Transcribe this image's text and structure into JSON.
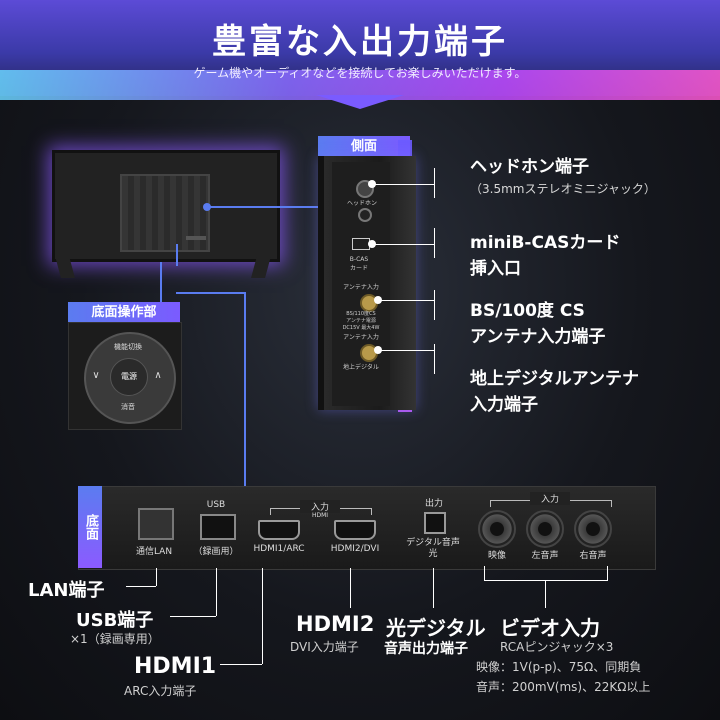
{
  "header": {
    "title": "豊富な入出力端子",
    "subtitle": "ゲーム機やオーディオなどを接続してお楽しみいただけます。"
  },
  "side": {
    "tag": "側面",
    "panel_labels": {
      "headphone": "ヘッドホン",
      "bcas": "B-CAS\nカード",
      "antenna1": "アンテナ入力",
      "bs_note": "BS/110度CS\nアンテナ電源\nDC15V 最大4W",
      "antenna2": "アンテナ入力",
      "terrestrial": "地上デジタル"
    },
    "callouts": [
      {
        "main": "ヘッドホン端子",
        "sub": "（3.5mmステレオミニジャック）"
      },
      {
        "main": "miniB-CASカード",
        "main2": "挿入口"
      },
      {
        "main": "BS/100度 CS",
        "main2": "アンテナ入力端子"
      },
      {
        "main": "地上デジタルアンテナ",
        "main2": "入力端子"
      }
    ]
  },
  "control": {
    "tag": "底面操作部",
    "top": "機能切換",
    "left": "∨",
    "center": "電源",
    "right": "∧",
    "bottom": "消音"
  },
  "bottom": {
    "tag": "底面",
    "ports": {
      "lan": "通信LAN",
      "usb_top": "USB",
      "usb": "（録画用）",
      "hdmi1": "HDMI1/ARC",
      "hdmi2": "HDMI2/DVI",
      "hdmi_group": "入力",
      "hdmi_logo": "HDMI",
      "out_group": "出力",
      "optical": "デジタル音声\n光",
      "av_group": "入力",
      "video": "映像",
      "left": "左音声",
      "right": "右音声"
    },
    "labels": {
      "lan": "LAN端子",
      "usb": "USB端子",
      "usb_sub": "×1（録画専用）",
      "hdmi1": "HDMI1",
      "hdmi1_sub": "ARC入力端子",
      "hdmi2": "HDMI2",
      "hdmi2_sub": "DVI入力端子",
      "optical": "光デジタル",
      "optical2": "音声出力端子",
      "video": "ビデオ入力",
      "video_sub1": "RCAピンジャック×3",
      "video_sub2": "映像：1V(p-p)、75Ω、同期負",
      "video_sub3": "音声：200mV(ms)、22KΩ以上"
    }
  }
}
